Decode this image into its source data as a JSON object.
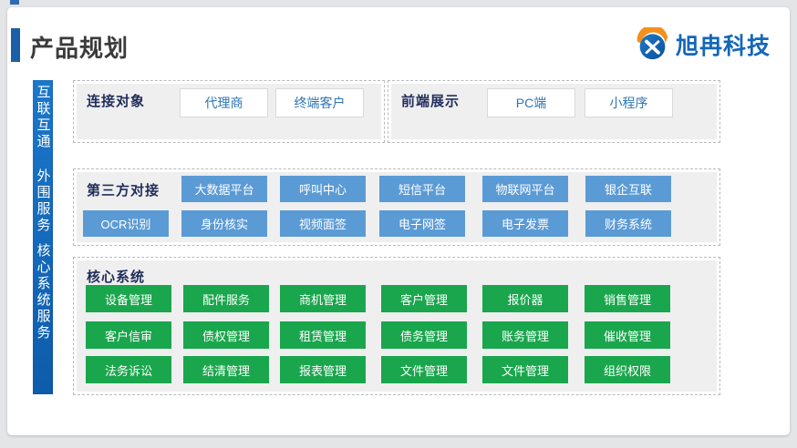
{
  "header": {
    "title": "产品规划",
    "logo_text": "旭冉科技"
  },
  "sidebar": {
    "groups": [
      "互联互通",
      "外围服务",
      "核心系统服务"
    ]
  },
  "sections": {
    "connect": {
      "title": "连接对象",
      "items": [
        "代理商",
        "终端客户"
      ]
    },
    "frontend": {
      "title": "前端展示",
      "items": [
        "PC端",
        "小程序"
      ]
    },
    "third_party": {
      "title": "第三方对接",
      "rows": [
        [
          "大数据平台",
          "呼叫中心",
          "短信平台",
          "物联网平台",
          "银企互联"
        ],
        [
          "OCR识别",
          "身份核实",
          "视频面签",
          "电子网签",
          "电子发票",
          "财务系统"
        ]
      ]
    },
    "core": {
      "title": "核心系统",
      "rows": [
        [
          "设备管理",
          "配件服务",
          "商机管理",
          "客户管理",
          "报价器",
          "销售管理"
        ],
        [
          "客户信审",
          "债权管理",
          "租赁管理",
          "债务管理",
          "账务管理",
          "催收管理"
        ],
        [
          "法务诉讼",
          "结清管理",
          "报表管理",
          "文件管理",
          "文件管理",
          "组织权限"
        ]
      ]
    }
  },
  "colors": {
    "accent_blue": "#1b5fa9",
    "bar_blue": "#1273c4",
    "button_blue": "#5b9bd5",
    "button_green": "#1aa64d",
    "logo_blue": "#1467b8",
    "logo_orange": "#f39019",
    "header_navy": "#1f2d5a",
    "section_fill": "#efefef"
  }
}
